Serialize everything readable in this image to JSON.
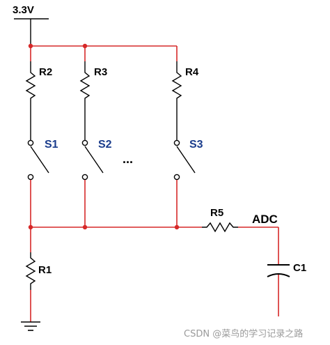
{
  "supply": {
    "label": "3.3V"
  },
  "resistors": {
    "r1": "R1",
    "r2": "R2",
    "r3": "R3",
    "r4": "R4",
    "r5": "R5"
  },
  "switches": {
    "s1": "S1",
    "s2": "S2",
    "s3": "S3",
    "more": "..."
  },
  "capacitor": {
    "label": "C1"
  },
  "output": {
    "label": "ADC"
  },
  "watermark": "CSDN @菜鸟的学习记录之路",
  "colors": {
    "wire": "#d62828",
    "component": "#000000",
    "switch_label": "#1a3c8c",
    "junction": "#d62828",
    "watermark": "#9a9a9a"
  }
}
